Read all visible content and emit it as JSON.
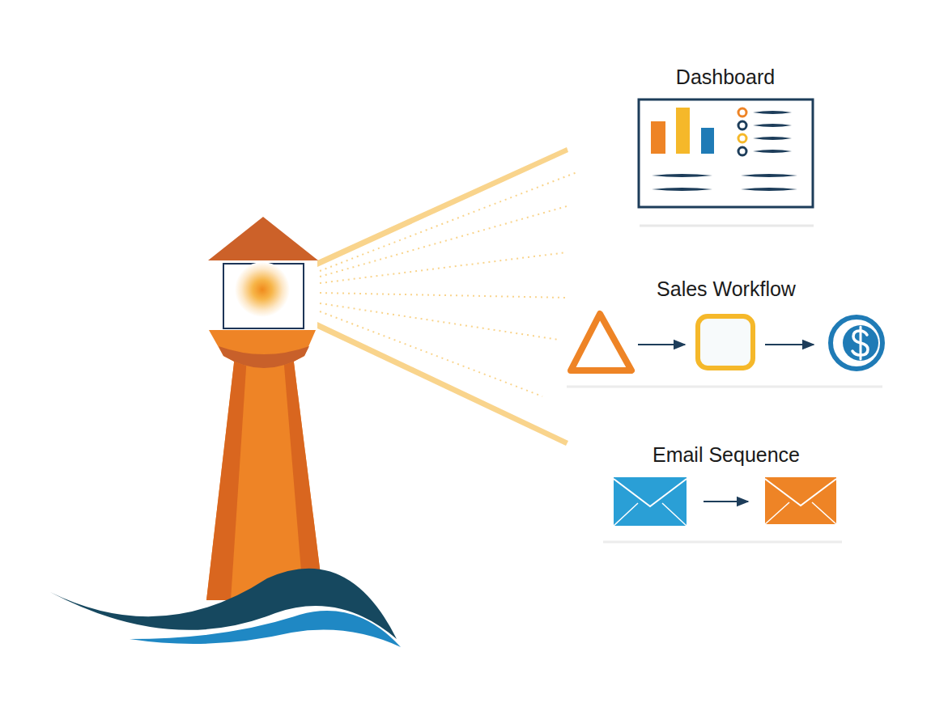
{
  "diagram": {
    "labels": [
      "Dashboard",
      "Sales Workflow",
      "Email Sequence"
    ]
  }
}
